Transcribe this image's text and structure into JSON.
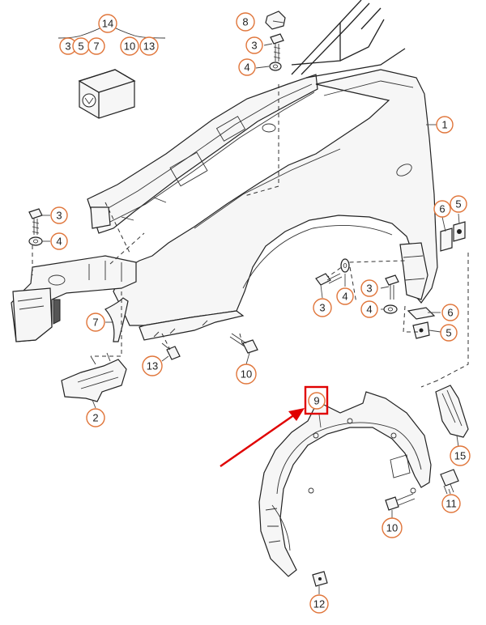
{
  "diagram": {
    "callouts": [
      {
        "id": "c14",
        "label": "14"
      },
      {
        "id": "c14a",
        "label": "3"
      },
      {
        "id": "c14b",
        "label": "5"
      },
      {
        "id": "c14c",
        "label": "7"
      },
      {
        "id": "c14d",
        "label": "10"
      },
      {
        "id": "c14e",
        "label": "13"
      },
      {
        "id": "c8",
        "label": "8"
      },
      {
        "id": "c3a",
        "label": "3"
      },
      {
        "id": "c4a",
        "label": "4"
      },
      {
        "id": "c1",
        "label": "1"
      },
      {
        "id": "c3b",
        "label": "3"
      },
      {
        "id": "c4b",
        "label": "4"
      },
      {
        "id": "c6a",
        "label": "6"
      },
      {
        "id": "c5a",
        "label": "5"
      },
      {
        "id": "c7",
        "label": "7"
      },
      {
        "id": "c4c",
        "label": "4"
      },
      {
        "id": "c3c",
        "label": "3"
      },
      {
        "id": "c3d",
        "label": "3"
      },
      {
        "id": "c4d",
        "label": "4"
      },
      {
        "id": "c6b",
        "label": "6"
      },
      {
        "id": "c5b",
        "label": "5"
      },
      {
        "id": "c13",
        "label": "13"
      },
      {
        "id": "c10a",
        "label": "10"
      },
      {
        "id": "c2",
        "label": "2"
      },
      {
        "id": "c9",
        "label": "9"
      },
      {
        "id": "c15",
        "label": "15"
      },
      {
        "id": "c11",
        "label": "11"
      },
      {
        "id": "c10b",
        "label": "10"
      },
      {
        "id": "c12",
        "label": "12"
      }
    ],
    "highlight_color": "#e00000",
    "callout_color": "#e0753a",
    "highlighted_callout": "9"
  }
}
